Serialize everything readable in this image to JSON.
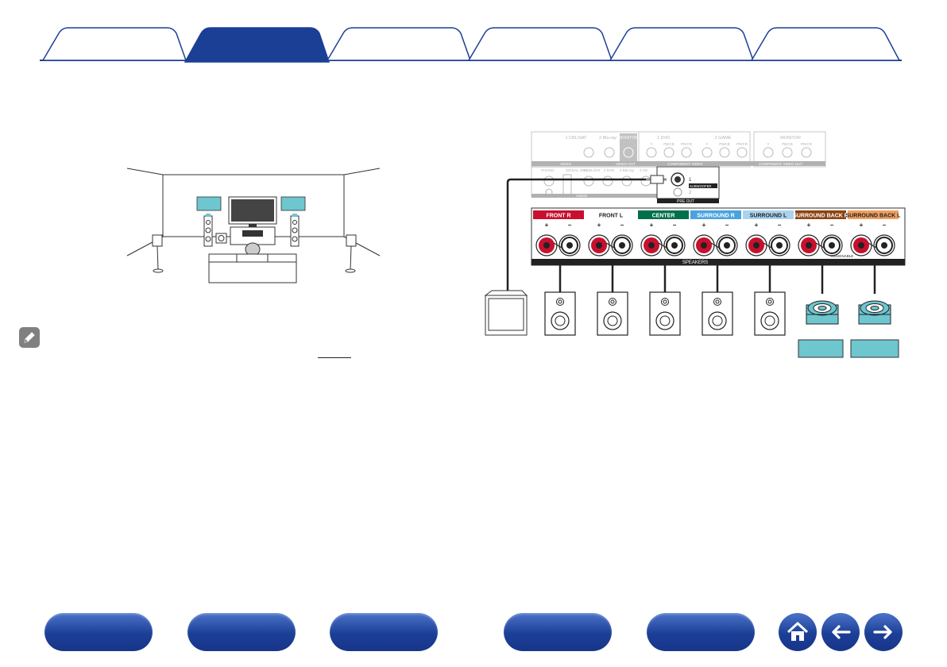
{
  "tabs": [
    {
      "label": ""
    },
    {
      "label": ""
    },
    {
      "label": ""
    },
    {
      "label": ""
    },
    {
      "label": ""
    },
    {
      "label": ""
    }
  ],
  "active_tab_index": 1,
  "colors": {
    "tab_active": "#1c3f96",
    "tab_inactive": "#ffffff",
    "tab_border": "#1c3f96",
    "front": "#c8102e",
    "center": "#00704a",
    "surround": "#4aa3df",
    "surround_l": "#a9d3ef",
    "surround_back_r": "#8b4513",
    "surround_back_l": "#f0a060",
    "speaker_box": "#6ec6cf",
    "nav_button": "#1c3f96"
  },
  "rear_panel": {
    "video_top": [
      "1 CBL/SAT",
      "2 Blu-ray",
      "MONITOR",
      "1 DVD",
      "2 GAME",
      "MONITOR"
    ],
    "component_sub": [
      "Y",
      "PB/CB",
      "PR/CR",
      "Y",
      "PB/CB",
      "PR/CR",
      "Y",
      "PB/CB",
      "PR/CR"
    ],
    "bars": [
      "VIDEO",
      "VIDEO OUT",
      "COMPONENT VIDEO",
      "COMPONENT VIDEO OUT",
      "AUDIO",
      "PRE OUT"
    ],
    "lower_labels": [
      "PHONO",
      "SIGNAL GND",
      "1 CBL/SAT",
      "2 DVD",
      "3 Blu-ray",
      "4 CD"
    ],
    "subwoofer_label": "SUBWOOFER",
    "channel_1": "1",
    "channel_2": "2"
  },
  "speakers": {
    "channels": [
      {
        "label": "FRONT R"
      },
      {
        "label": "FRONT L"
      },
      {
        "label": "CENTER"
      },
      {
        "label": "SURROUND R"
      },
      {
        "label": "SURROUND L"
      },
      {
        "label": "SURROUND BACK R"
      },
      {
        "label": "SURROUND BACK L"
      }
    ],
    "plus": "+",
    "minus": "−",
    "bar_label": "SPEAKERS",
    "assignable": "ASSIGNABLE"
  },
  "nav": {
    "buttons": [
      {
        "label": ""
      },
      {
        "label": ""
      },
      {
        "label": ""
      },
      {
        "label": ""
      },
      {
        "label": ""
      }
    ],
    "icons": [
      "home-icon",
      "arrow-left-icon",
      "arrow-right-icon"
    ]
  }
}
